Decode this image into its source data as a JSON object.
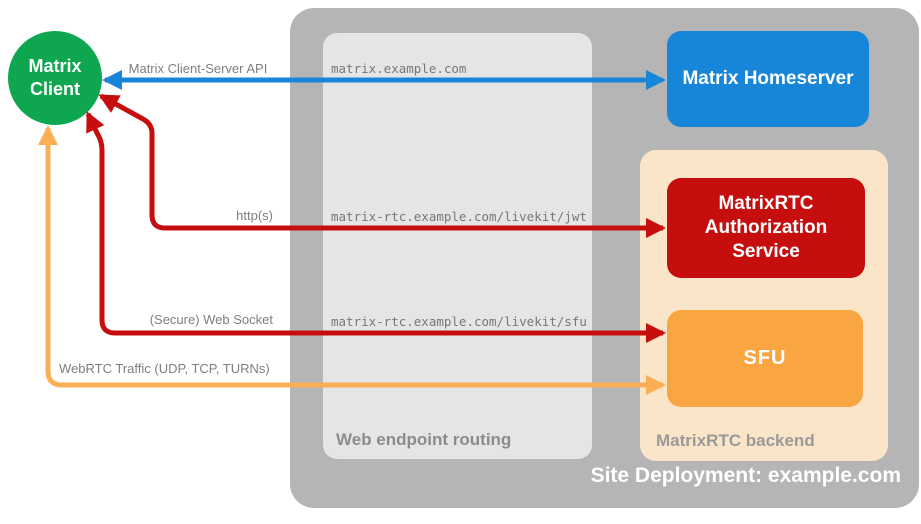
{
  "nodes": {
    "client": {
      "lines": [
        "Matrix",
        "Client"
      ]
    },
    "homeserver": {
      "label": "Matrix Homeserver"
    },
    "auth_service": {
      "label": "MatrixRTC Authorization Service"
    },
    "sfu": {
      "label": "SFU"
    }
  },
  "containers": {
    "site": {
      "label": "Site Deployment: example.com"
    },
    "web_routing": {
      "label": "Web endpoint routing"
    },
    "backend": {
      "label": "MatrixRTC backend"
    }
  },
  "connections": [
    {
      "label": "Matrix Client-Server API",
      "route": "matrix.example.com",
      "from": "Matrix Client",
      "to": "Matrix Homeserver",
      "color": "#1786d8",
      "bidirectional": true
    },
    {
      "label": "http(s)",
      "route": "matrix-rtc.example.com/livekit/jwt",
      "from": "Matrix Client",
      "to": "MatrixRTC Authorization Service",
      "color": "#c60e0e",
      "bidirectional": true
    },
    {
      "label": "(Secure) Web Socket",
      "route": "matrix-rtc.example.com/livekit/sfu",
      "from": "Matrix Client",
      "to": "SFU",
      "color": "#c60e0e",
      "bidirectional": true
    },
    {
      "label": "WebRTC Traffic (UDP, TCP, TURNs)",
      "route": "",
      "from": "Matrix Client",
      "to": "SFU",
      "color": "#faaf55",
      "bidirectional": true
    }
  ],
  "colors": {
    "client_green": "#0ea750",
    "homeserver_blue": "#1786d8",
    "auth_red": "#c60e0e",
    "sfu_orange": "#f9a642",
    "webrtc_arrow_orange": "#faaf55",
    "site_container_gray": "#b5b5b5",
    "routing_box_gray": "#e5e5e5",
    "backend_box_peach": "#fbe5c9",
    "label_gray": "#7f7f7f"
  }
}
